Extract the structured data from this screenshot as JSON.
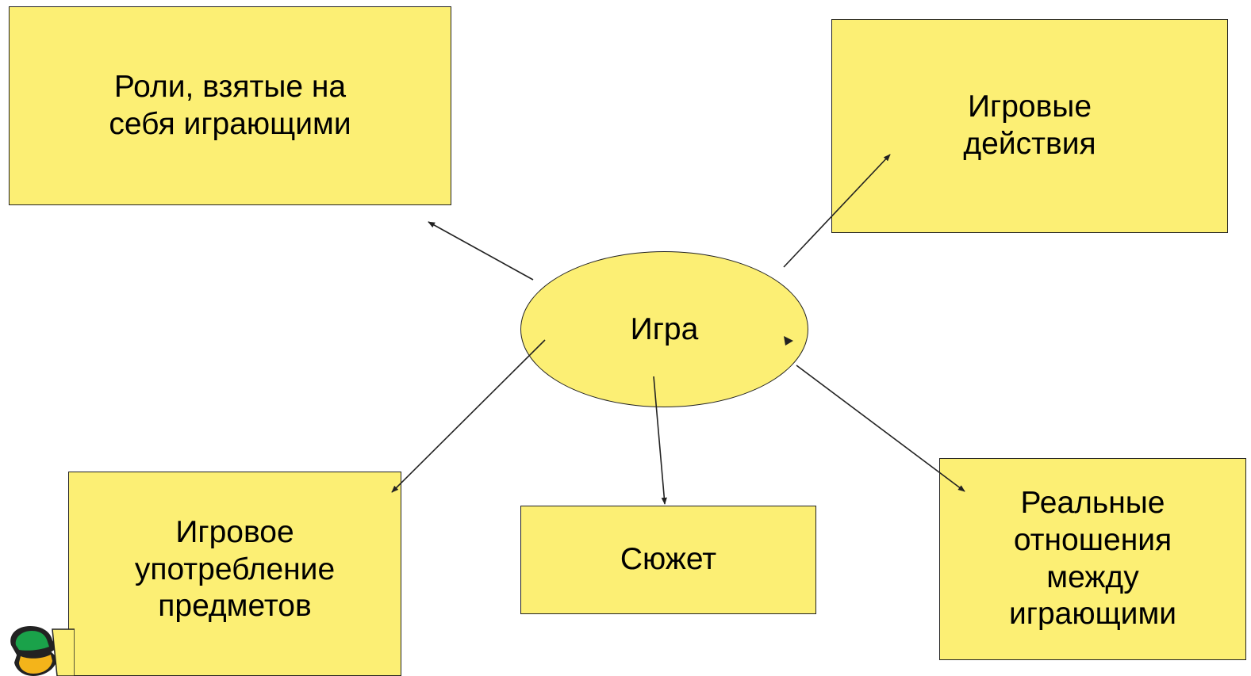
{
  "diagram": {
    "center_label": "Игра",
    "nodes": {
      "roles": "Роли, взятые на\nсебя играющими",
      "actions": "Игровые\nдействия",
      "objects": "Игровое\nупотребление\nпредметов",
      "plot": "Сюжет",
      "relations": "Реальные\nотношения\nмежду\nиграющими"
    }
  },
  "colors": {
    "node_fill": "#fcef74",
    "stroke": "#222222"
  }
}
